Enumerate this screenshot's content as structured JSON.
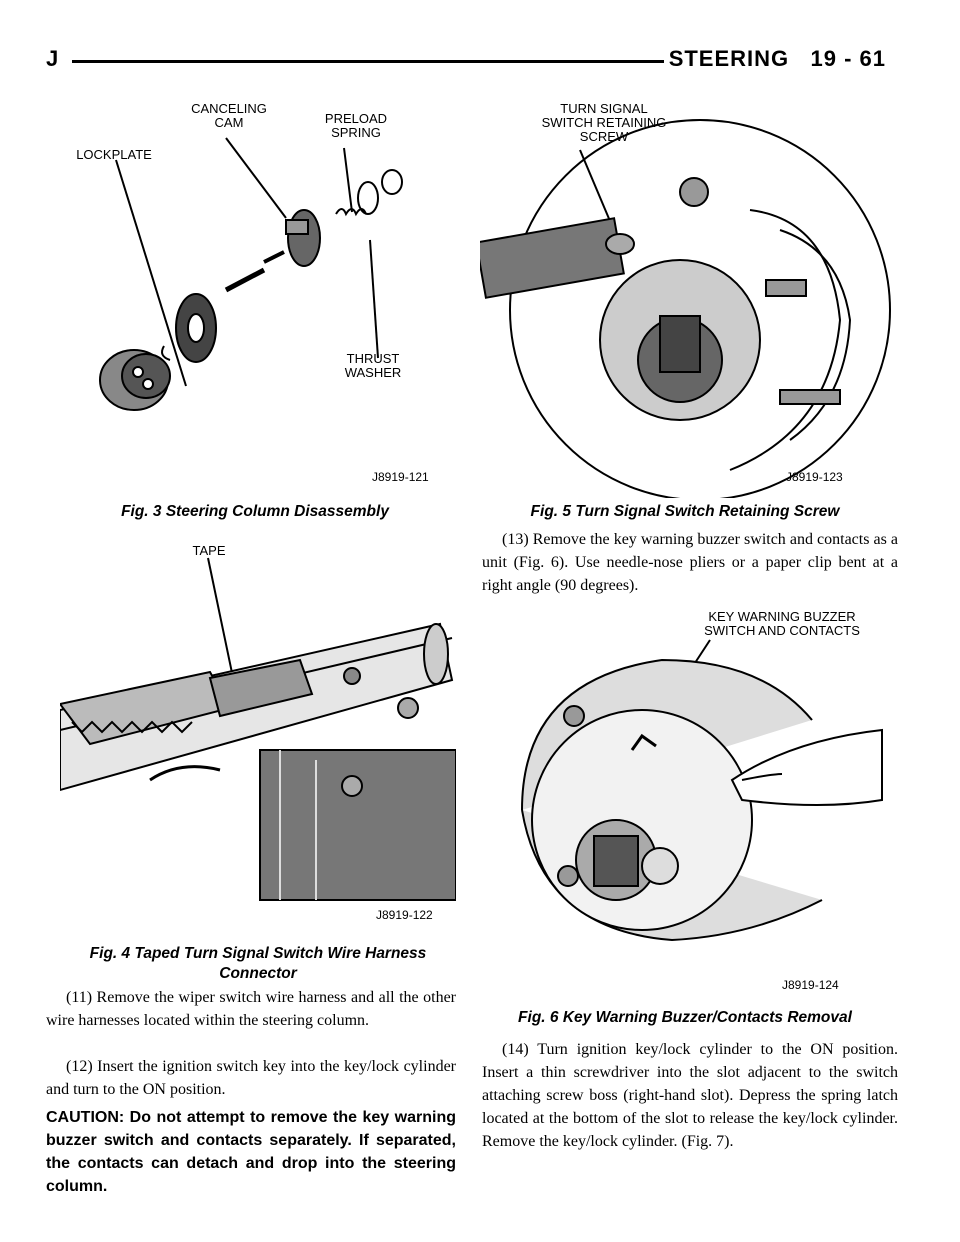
{
  "header": {
    "left": "J",
    "section": "STEERING",
    "page": "19 - 61"
  },
  "fig3": {
    "callouts": {
      "canceling_cam": "CANCELING\nCAM",
      "preload_spring": "PRELOAD\nSPRING",
      "lockplate": "LOCKPLATE",
      "thrust_washer": "THRUST\nWASHER"
    },
    "id": "J8919-121",
    "caption": "Fig. 3 Steering Column Disassembly"
  },
  "fig5": {
    "callouts": {
      "retaining_screw": "TURN SIGNAL\nSWITCH RETAINING\nSCREW"
    },
    "id": "J8919-123",
    "caption": "Fig. 5 Turn Signal Switch Retaining Screw"
  },
  "fig4": {
    "callouts": {
      "tape": "TAPE"
    },
    "id": "J8919-122",
    "caption": "Fig. 4 Taped Turn Signal Switch Wire Harness Connector"
  },
  "fig6": {
    "callouts": {
      "buzzer": "KEY WARNING BUZZER\nSWITCH AND CONTACTS"
    },
    "id": "J8919-124",
    "caption": "Fig. 6 Key Warning Buzzer/Contacts Removal"
  },
  "text": {
    "step13": "(13) Remove the key warning buzzer switch and contacts as a unit (Fig. 6). Use needle-nose pliers or a paper clip bent at a right angle (90 degrees).",
    "step11": "(11) Remove the wiper switch wire harness and all the other wire harnesses located within the steering column.",
    "step12": "(12) Insert the ignition switch key into the key/lock cylinder and turn to the ON position.",
    "caution": "CAUTION: Do not attempt to remove the key warning buzzer switch and contacts separately. If separated, the contacts can detach and drop into the steering column.",
    "step14": "(14) Turn ignition key/lock cylinder to the ON position. Insert a thin screwdriver into the slot adjacent to the switch attaching screw boss (right-hand slot). Depress the spring latch located at the bottom of the slot to release the key/lock cylinder. Remove the key/lock cylinder. (Fig. 7)."
  }
}
